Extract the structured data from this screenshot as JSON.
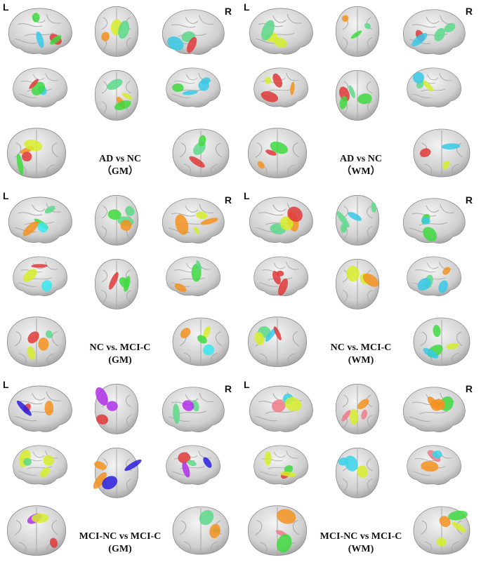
{
  "figure": {
    "panels": [
      {
        "id": "ad-nc-gm",
        "left_label": "L",
        "right_label": "R",
        "caption_line1": "AD vs NC",
        "caption_line2": "（GM）",
        "colors": [
          "#f39220",
          "#3fd93f",
          "#e03a3a",
          "#d6ec2a",
          "#38c9e8",
          "#5cd88a"
        ]
      },
      {
        "id": "ad-nc-wm",
        "left_label": "L",
        "right_label": "R",
        "caption_line1": "AD vs NC",
        "caption_line2": "（WM）",
        "colors": [
          "#3fd93f",
          "#d6ec2a",
          "#e03a3a",
          "#f39220",
          "#38c9e8",
          "#5cd88a"
        ]
      },
      {
        "id": "nc-mci-c-gm",
        "left_label": "L",
        "right_label": "R",
        "caption_line1": "NC vs. MCI-C",
        "caption_line2": "(GM)",
        "colors": [
          "#3fd93f",
          "#38e8f0",
          "#e03a3a",
          "#d6ec2a",
          "#f39220",
          "#5cd88a"
        ]
      },
      {
        "id": "nc-mci-c-wm",
        "left_label": "L",
        "right_label": "R",
        "caption_line1": "NC vs. MCI-C",
        "caption_line2": "(WM)",
        "colors": [
          "#f39220",
          "#d6ec2a",
          "#e03a3a",
          "#3fd93f",
          "#38c9e8",
          "#5cd88a"
        ]
      },
      {
        "id": "mci-nc-mci-c-gm",
        "left_label": "L",
        "right_label": "R",
        "caption_line1": "MCI-NC vs MCI-C",
        "caption_line2": "(GM)",
        "colors": [
          "#2a1ee0",
          "#f39220",
          "#d6ec2a",
          "#5cd88a",
          "#b030e8",
          "#e03a3a"
        ]
      },
      {
        "id": "mci-nc-mci-c-wm",
        "left_label": "L",
        "right_label": "R",
        "caption_line1": "MCI-NC vs MCI-C",
        "caption_line2": "(WM)",
        "colors": [
          "#38d4e8",
          "#d6ec2a",
          "#3fd93f",
          "#e03a3a",
          "#f39220",
          "#f07a8a"
        ]
      }
    ]
  }
}
